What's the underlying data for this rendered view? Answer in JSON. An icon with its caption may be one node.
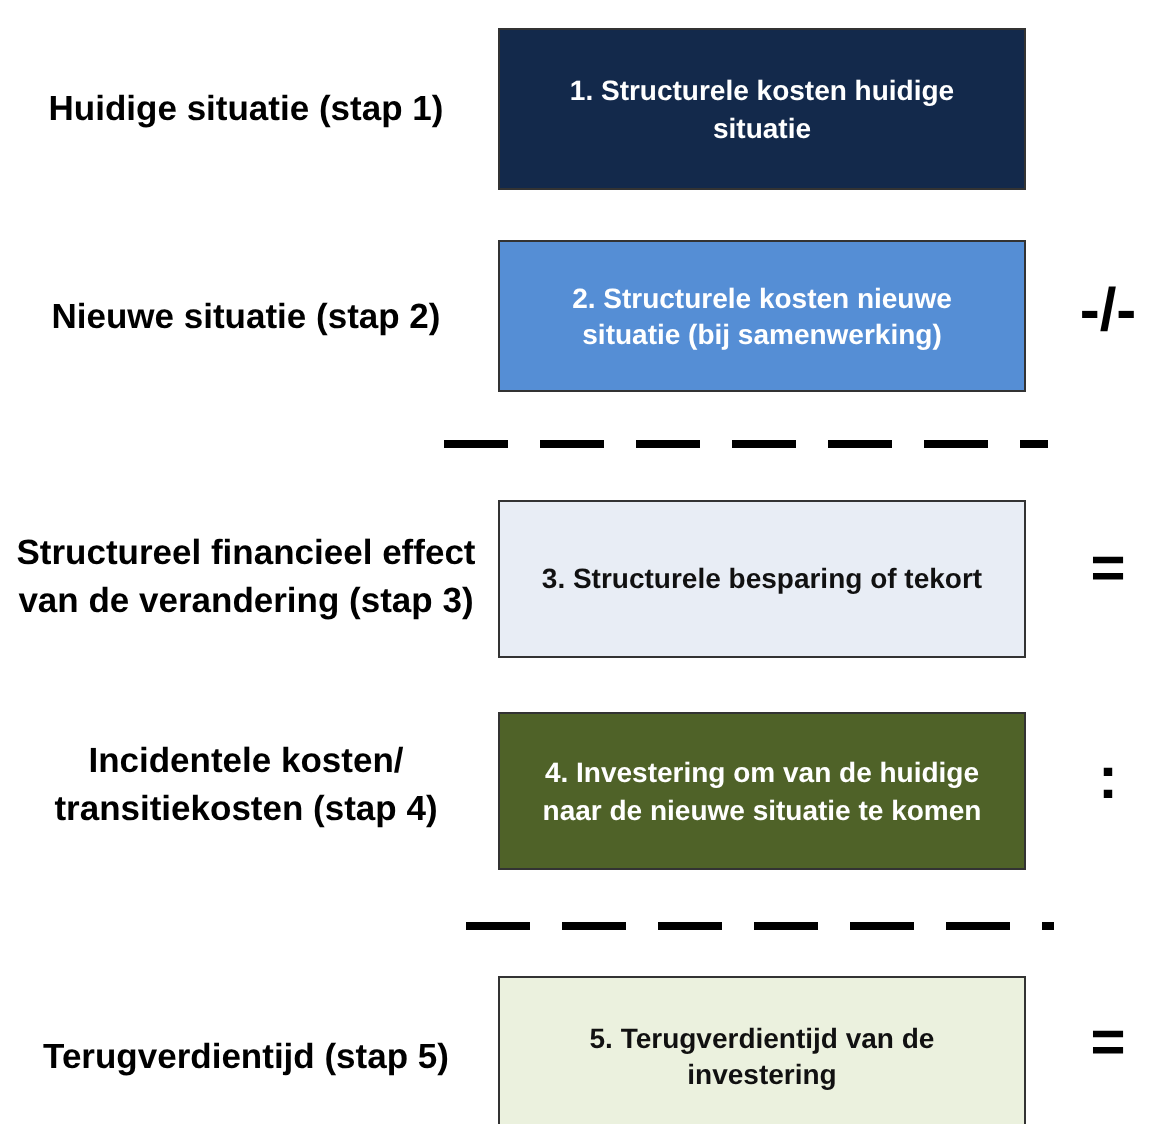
{
  "diagram": {
    "nodes": [
      {
        "text": [
          "1. Structurele kosten huidige situatie"
        ],
        "beside": [
          "Huidige situatie (stap 1)"
        ]
      },
      {
        "text": [
          "2. Structurele kosten nieuwe situatie (bij samenwerking)"
        ],
        "beside": [
          "Nieuwe situatie (stap 2)"
        ]
      },
      {
        "text": [
          "3. Structurele besparing of tekort"
        ],
        "beside": [
          "Structureel financieel effect van de verandering (stap 3)"
        ]
      },
      {
        "text": [
          "4. Investering om van de huidige naar de nieuwe situatie te komen"
        ],
        "beside": [
          "Incidentele kosten/ transitiekosten (stap 4)"
        ]
      },
      {
        "text": [
          "5. Terugverdientijd van de investering"
        ],
        "beside": [
          "Terugverdientijd (stap 5)"
        ]
      }
    ],
    "edges": [],
    "labels": [
      "-/-",
      "=",
      ":",
      "="
    ]
  }
}
